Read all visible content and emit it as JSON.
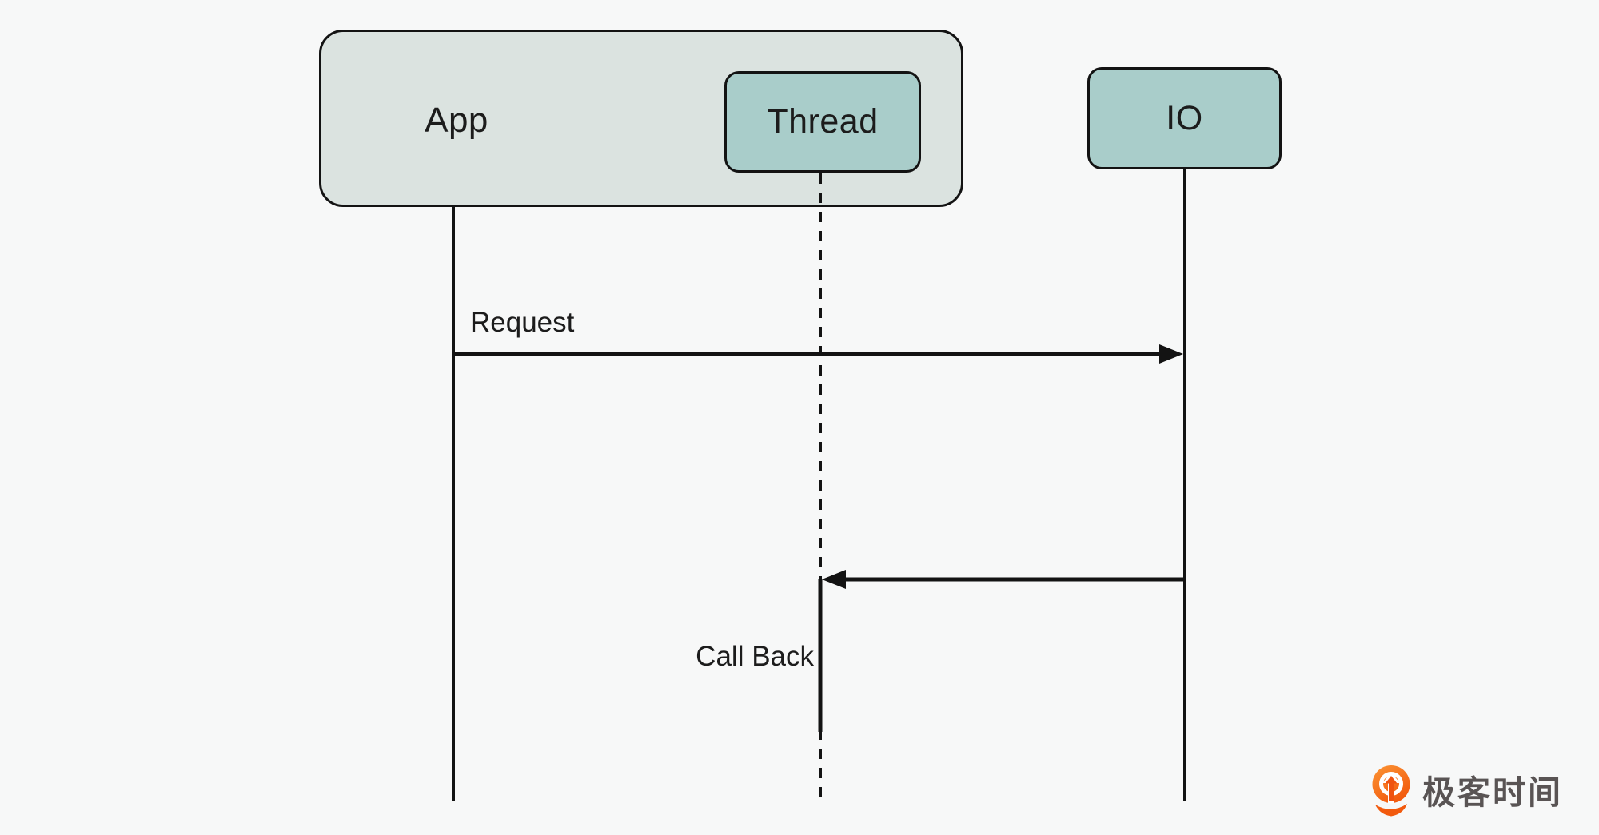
{
  "diagram": {
    "participants": {
      "app_label": "App",
      "thread_label": "Thread",
      "io_label": "IO"
    },
    "messages": {
      "request_label": "Request",
      "callback_label": "Call Back"
    }
  },
  "branding": {
    "logo_text": "极客时间",
    "logo_icon": "geektime-logo-icon"
  },
  "colors": {
    "background": "#f7f8f8",
    "app_box_fill": "#dbe3e0",
    "actor_box_fill": "#a9cdca",
    "line": "#131313",
    "text": "#1c1c1c",
    "logo_orange": "#f25a0e",
    "logo_text_color": "#595454"
  }
}
